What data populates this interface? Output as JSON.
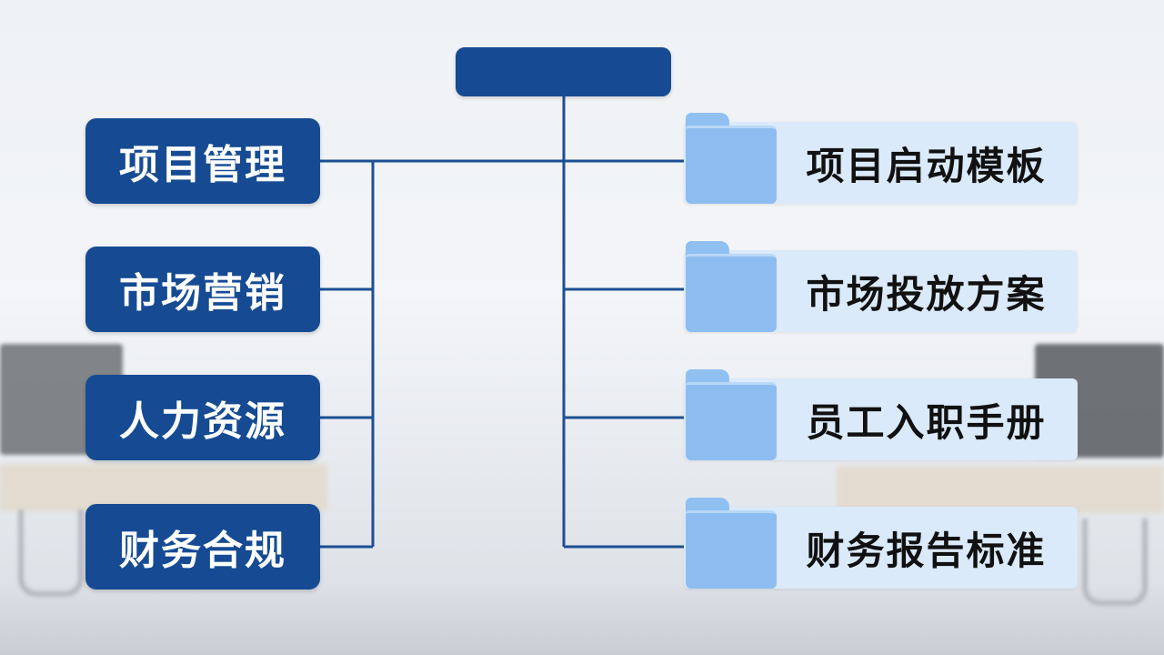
{
  "root": {
    "label": ""
  },
  "categories": [
    {
      "label": "项目管理"
    },
    {
      "label": "市场营销"
    },
    {
      "label": "人力资源"
    },
    {
      "label": "财务合规"
    }
  ],
  "documents": [
    {
      "label": "项目启动模板",
      "icon": "folder-icon"
    },
    {
      "label": "市场投放方案",
      "icon": "folder-icon"
    },
    {
      "label": "员工入职手册",
      "icon": "folder-icon"
    },
    {
      "label": "财务报告标准",
      "icon": "folder-icon"
    }
  ],
  "colors": {
    "node_dark": "#164b93",
    "connector": "#1c4f93",
    "doc_bg": "#dbeafa",
    "folder": "#8dbdf0"
  }
}
